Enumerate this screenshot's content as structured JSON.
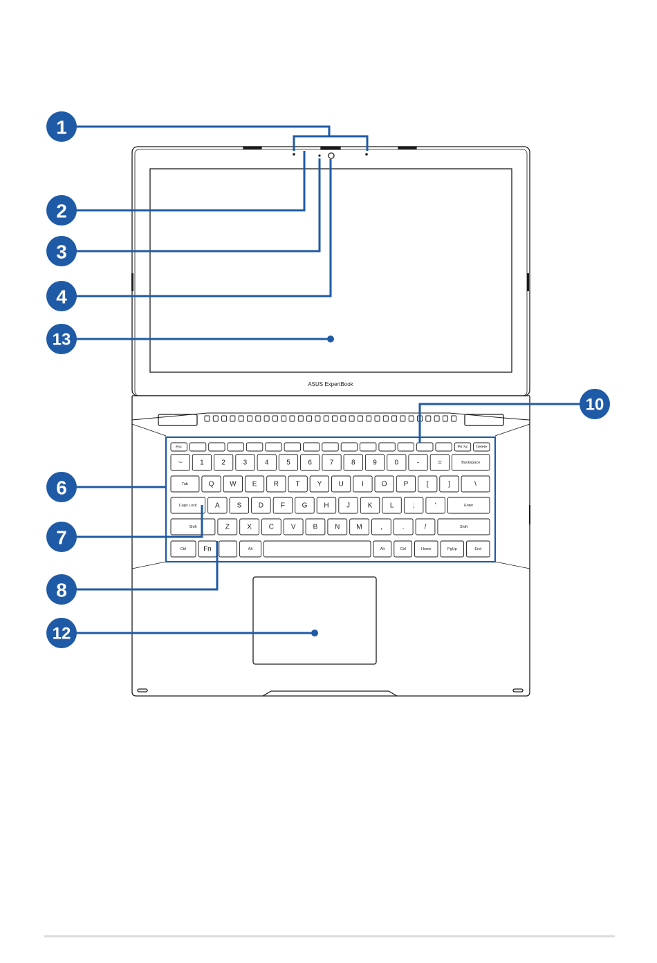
{
  "brand_label": "ASUS ExpertBook",
  "colors": {
    "callout": "#1f5aa6",
    "outline": "#1a1a1a",
    "footer_rule": "#dcdcdc"
  },
  "callouts": [
    {
      "id": "c1",
      "label": "1"
    },
    {
      "id": "c2",
      "label": "2"
    },
    {
      "id": "c3",
      "label": "3"
    },
    {
      "id": "c4",
      "label": "4"
    },
    {
      "id": "c13",
      "label": "13"
    },
    {
      "id": "c10",
      "label": "10"
    },
    {
      "id": "c6",
      "label": "6"
    },
    {
      "id": "c7",
      "label": "7"
    },
    {
      "id": "c8",
      "label": "8"
    },
    {
      "id": "c12",
      "label": "12"
    }
  ],
  "keyboard": {
    "rows": [
      [
        "Esc",
        "",
        "",
        "",
        "",
        "",
        "",
        "",
        "",
        "",
        "",
        "",
        "",
        "",
        "",
        "Prt Sc",
        "Delete"
      ],
      [
        "~",
        "1",
        "2",
        "3",
        "4",
        "5",
        "6",
        "7",
        "8",
        "9",
        "0",
        "-",
        "=",
        "Backspace"
      ],
      [
        "Tab",
        "Q",
        "W",
        "E",
        "R",
        "T",
        "Y",
        "U",
        "I",
        "O",
        "P",
        "[",
        "]",
        "\\"
      ],
      [
        "Caps Lock",
        "A",
        "S",
        "D",
        "F",
        "G",
        "H",
        "J",
        "K",
        "L",
        ";",
        "'",
        "Enter"
      ],
      [
        "Shift",
        "Z",
        "X",
        "C",
        "V",
        "B",
        "N",
        "M",
        ",",
        ".",
        "/",
        "Shift"
      ],
      [
        "Ctrl",
        "Fn",
        "",
        "Alt",
        "",
        "Alt",
        "Ctrl",
        "Home",
        "PgUp",
        "End"
      ]
    ]
  }
}
